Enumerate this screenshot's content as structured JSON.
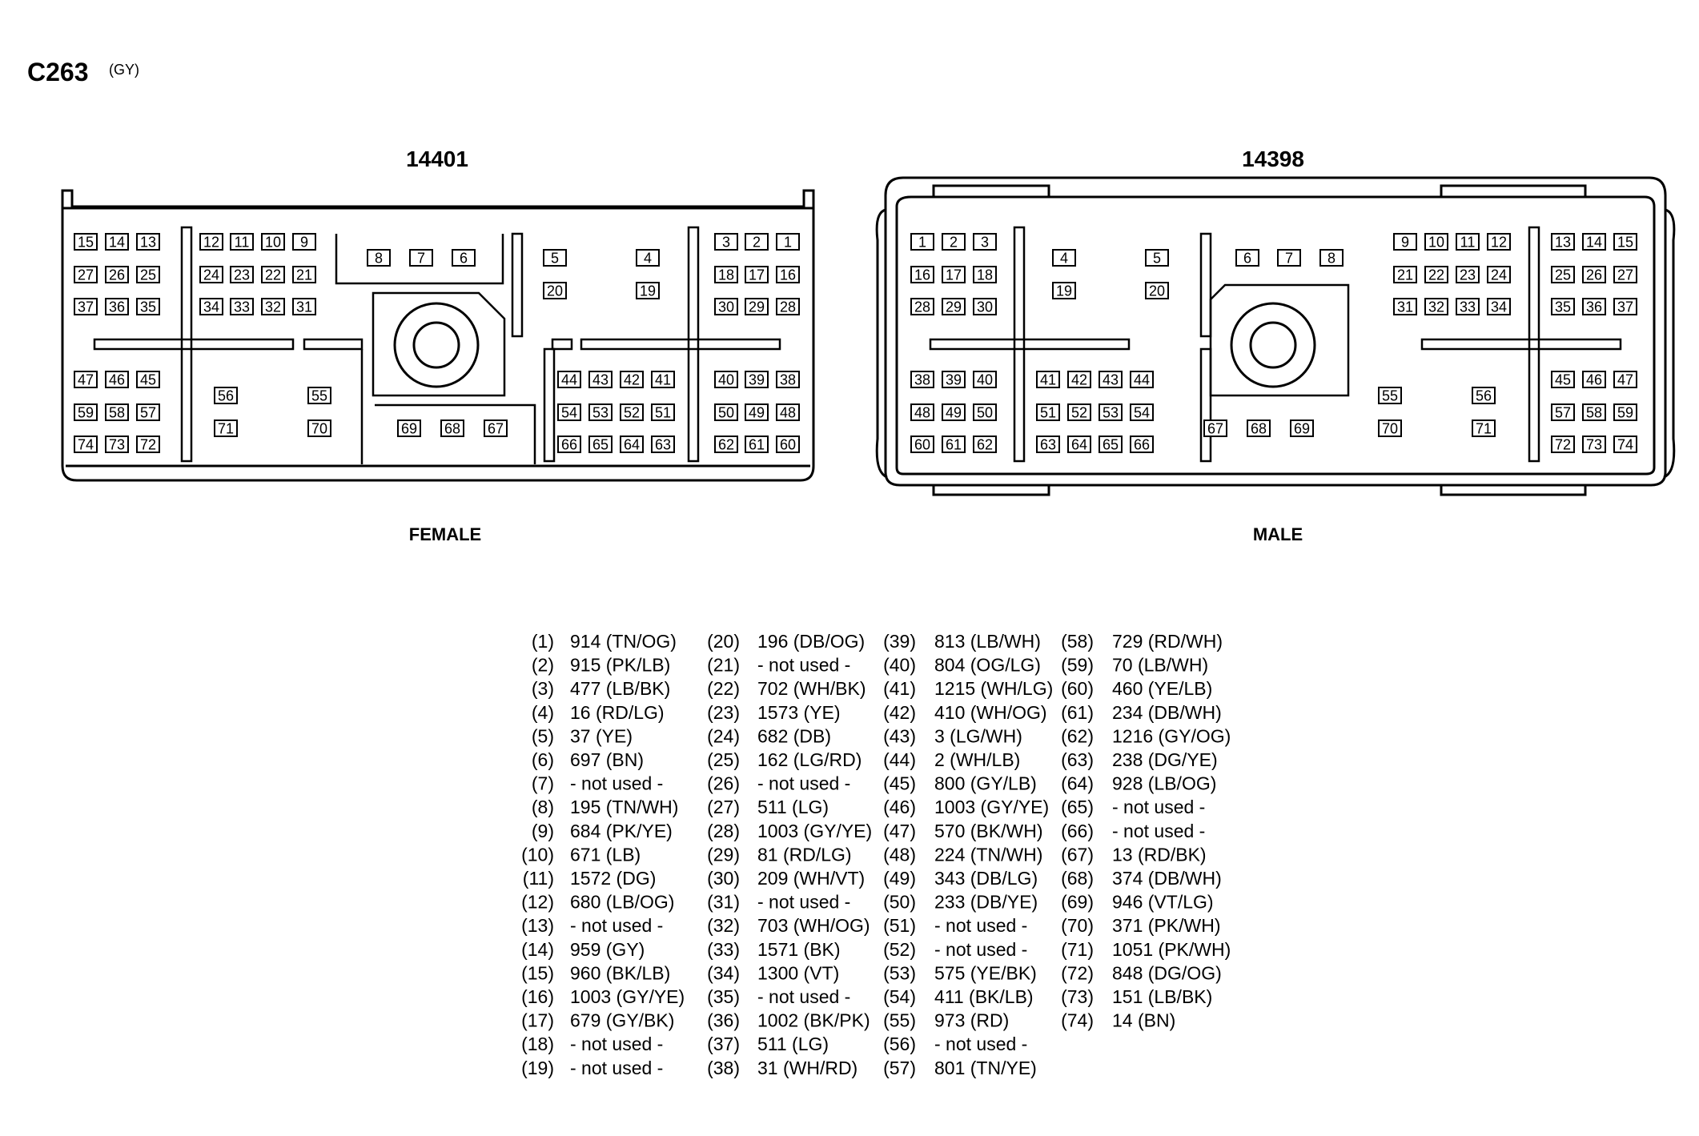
{
  "title": "C263",
  "color_code": "(GY)",
  "connectors": {
    "female": {
      "part_number": "14401",
      "label": "FEMALE"
    },
    "male": {
      "part_number": "14398",
      "label": "MALE"
    }
  },
  "pin_table": [
    {
      "pin": "(1)",
      "circuit": "914 (TN/OG)"
    },
    {
      "pin": "(2)",
      "circuit": "915 (PK/LB)"
    },
    {
      "pin": "(3)",
      "circuit": "477 (LB/BK)"
    },
    {
      "pin": "(4)",
      "circuit": "16 (RD/LG)"
    },
    {
      "pin": "(5)",
      "circuit": "37 (YE)"
    },
    {
      "pin": "(6)",
      "circuit": "697 (BN)"
    },
    {
      "pin": "(7)",
      "circuit": "- not used -"
    },
    {
      "pin": "(8)",
      "circuit": "195 (TN/WH)"
    },
    {
      "pin": "(9)",
      "circuit": "684 (PK/YE)"
    },
    {
      "pin": "(10)",
      "circuit": "671 (LB)"
    },
    {
      "pin": "(11)",
      "circuit": "1572 (DG)"
    },
    {
      "pin": "(12)",
      "circuit": "680 (LB/OG)"
    },
    {
      "pin": "(13)",
      "circuit": "- not used -"
    },
    {
      "pin": "(14)",
      "circuit": "959 (GY)"
    },
    {
      "pin": "(15)",
      "circuit": "960 (BK/LB)"
    },
    {
      "pin": "(16)",
      "circuit": "1003 (GY/YE)"
    },
    {
      "pin": "(17)",
      "circuit": "679 (GY/BK)"
    },
    {
      "pin": "(18)",
      "circuit": "- not used -"
    },
    {
      "pin": "(19)",
      "circuit": "- not used -"
    },
    {
      "pin": "(20)",
      "circuit": "196 (DB/OG)"
    },
    {
      "pin": "(21)",
      "circuit": "- not used -"
    },
    {
      "pin": "(22)",
      "circuit": "702 (WH/BK)"
    },
    {
      "pin": "(23)",
      "circuit": "1573 (YE)"
    },
    {
      "pin": "(24)",
      "circuit": "682 (DB)"
    },
    {
      "pin": "(25)",
      "circuit": "162 (LG/RD)"
    },
    {
      "pin": "(26)",
      "circuit": "- not used -"
    },
    {
      "pin": "(27)",
      "circuit": "511 (LG)"
    },
    {
      "pin": "(28)",
      "circuit": "1003 (GY/YE)"
    },
    {
      "pin": "(29)",
      "circuit": "81 (RD/LG)"
    },
    {
      "pin": "(30)",
      "circuit": "209 (WH/VT)"
    },
    {
      "pin": "(31)",
      "circuit": "- not used -"
    },
    {
      "pin": "(32)",
      "circuit": "703 (WH/OG)"
    },
    {
      "pin": "(33)",
      "circuit": "1571 (BK)"
    },
    {
      "pin": "(34)",
      "circuit": "1300 (VT)"
    },
    {
      "pin": "(35)",
      "circuit": "- not used -"
    },
    {
      "pin": "(36)",
      "circuit": "1002 (BK/PK)"
    },
    {
      "pin": "(37)",
      "circuit": "511 (LG)"
    },
    {
      "pin": "(38)",
      "circuit": "31 (WH/RD)"
    },
    {
      "pin": "(39)",
      "circuit": "813 (LB/WH)"
    },
    {
      "pin": "(40)",
      "circuit": "804 (OG/LG)"
    },
    {
      "pin": "(41)",
      "circuit": "1215 (WH/LG)"
    },
    {
      "pin": "(42)",
      "circuit": "410 (WH/OG)"
    },
    {
      "pin": "(43)",
      "circuit": "3 (LG/WH)"
    },
    {
      "pin": "(44)",
      "circuit": "2 (WH/LB)"
    },
    {
      "pin": "(45)",
      "circuit": "800 (GY/LB)"
    },
    {
      "pin": "(46)",
      "circuit": "1003 (GY/YE)"
    },
    {
      "pin": "(47)",
      "circuit": "570 (BK/WH)"
    },
    {
      "pin": "(48)",
      "circuit": "224 (TN/WH)"
    },
    {
      "pin": "(49)",
      "circuit": "343 (DB/LG)"
    },
    {
      "pin": "(50)",
      "circuit": "233 (DB/YE)"
    },
    {
      "pin": "(51)",
      "circuit": "- not used -"
    },
    {
      "pin": "(52)",
      "circuit": "- not used -"
    },
    {
      "pin": "(53)",
      "circuit": "575 (YE/BK)"
    },
    {
      "pin": "(54)",
      "circuit": "411 (BK/LB)"
    },
    {
      "pin": "(55)",
      "circuit": "973 (RD)"
    },
    {
      "pin": "(56)",
      "circuit": "- not used -"
    },
    {
      "pin": "(57)",
      "circuit": "801 (TN/YE)"
    },
    {
      "pin": "(58)",
      "circuit": "729 (RD/WH)"
    },
    {
      "pin": "(59)",
      "circuit": "70 (LB/WH)"
    },
    {
      "pin": "(60)",
      "circuit": "460 (YE/LB)"
    },
    {
      "pin": "(61)",
      "circuit": "234 (DB/WH)"
    },
    {
      "pin": "(62)",
      "circuit": "1216 (GY/OG)"
    },
    {
      "pin": "(63)",
      "circuit": "238 (DG/YE)"
    },
    {
      "pin": "(64)",
      "circuit": "928 (LB/OG)"
    },
    {
      "pin": "(65)",
      "circuit": "- not used -"
    },
    {
      "pin": "(66)",
      "circuit": "- not used -"
    },
    {
      "pin": "(67)",
      "circuit": "13 (RD/BK)"
    },
    {
      "pin": "(68)",
      "circuit": "374 (DB/WH)"
    },
    {
      "pin": "(69)",
      "circuit": "946 (VT/LG)"
    },
    {
      "pin": "(70)",
      "circuit": "371 (PK/WH)"
    },
    {
      "pin": "(71)",
      "circuit": "1051 (PK/WH)"
    },
    {
      "pin": "(72)",
      "circuit": "848 (DG/OG)"
    },
    {
      "pin": "(73)",
      "circuit": "151 (LB/BK)"
    },
    {
      "pin": "(74)",
      "circuit": "14 (BN)"
    }
  ],
  "female_pins": [
    "15",
    "14",
    "13",
    "12",
    "11",
    "10",
    "9",
    "27",
    "26",
    "25",
    "24",
    "23",
    "22",
    "21",
    "37",
    "36",
    "35",
    "34",
    "33",
    "32",
    "31",
    "8",
    "7",
    "6",
    "5",
    "4",
    "20",
    "19",
    "3",
    "2",
    "1",
    "18",
    "17",
    "16",
    "30",
    "29",
    "28",
    "47",
    "46",
    "45",
    "59",
    "58",
    "57",
    "74",
    "73",
    "72",
    "56",
    "55",
    "71",
    "70",
    "69",
    "68",
    "67",
    "44",
    "43",
    "42",
    "41",
    "54",
    "53",
    "52",
    "51",
    "66",
    "65",
    "64",
    "63",
    "40",
    "39",
    "38",
    "50",
    "49",
    "48",
    "62",
    "61",
    "60"
  ],
  "male_pins": [
    "1",
    "2",
    "3",
    "16",
    "17",
    "18",
    "28",
    "29",
    "30",
    "4",
    "5",
    "19",
    "20",
    "6",
    "7",
    "8",
    "9",
    "10",
    "11",
    "12",
    "21",
    "22",
    "23",
    "24",
    "31",
    "32",
    "33",
    "34",
    "13",
    "14",
    "15",
    "25",
    "26",
    "27",
    "35",
    "36",
    "37",
    "38",
    "39",
    "40",
    "48",
    "49",
    "50",
    "60",
    "61",
    "62",
    "41",
    "42",
    "43",
    "44",
    "51",
    "52",
    "53",
    "54",
    "63",
    "64",
    "65",
    "66",
    "67",
    "68",
    "69",
    "55",
    "56",
    "70",
    "71",
    "45",
    "46",
    "47",
    "57",
    "58",
    "59",
    "72",
    "73",
    "74"
  ]
}
